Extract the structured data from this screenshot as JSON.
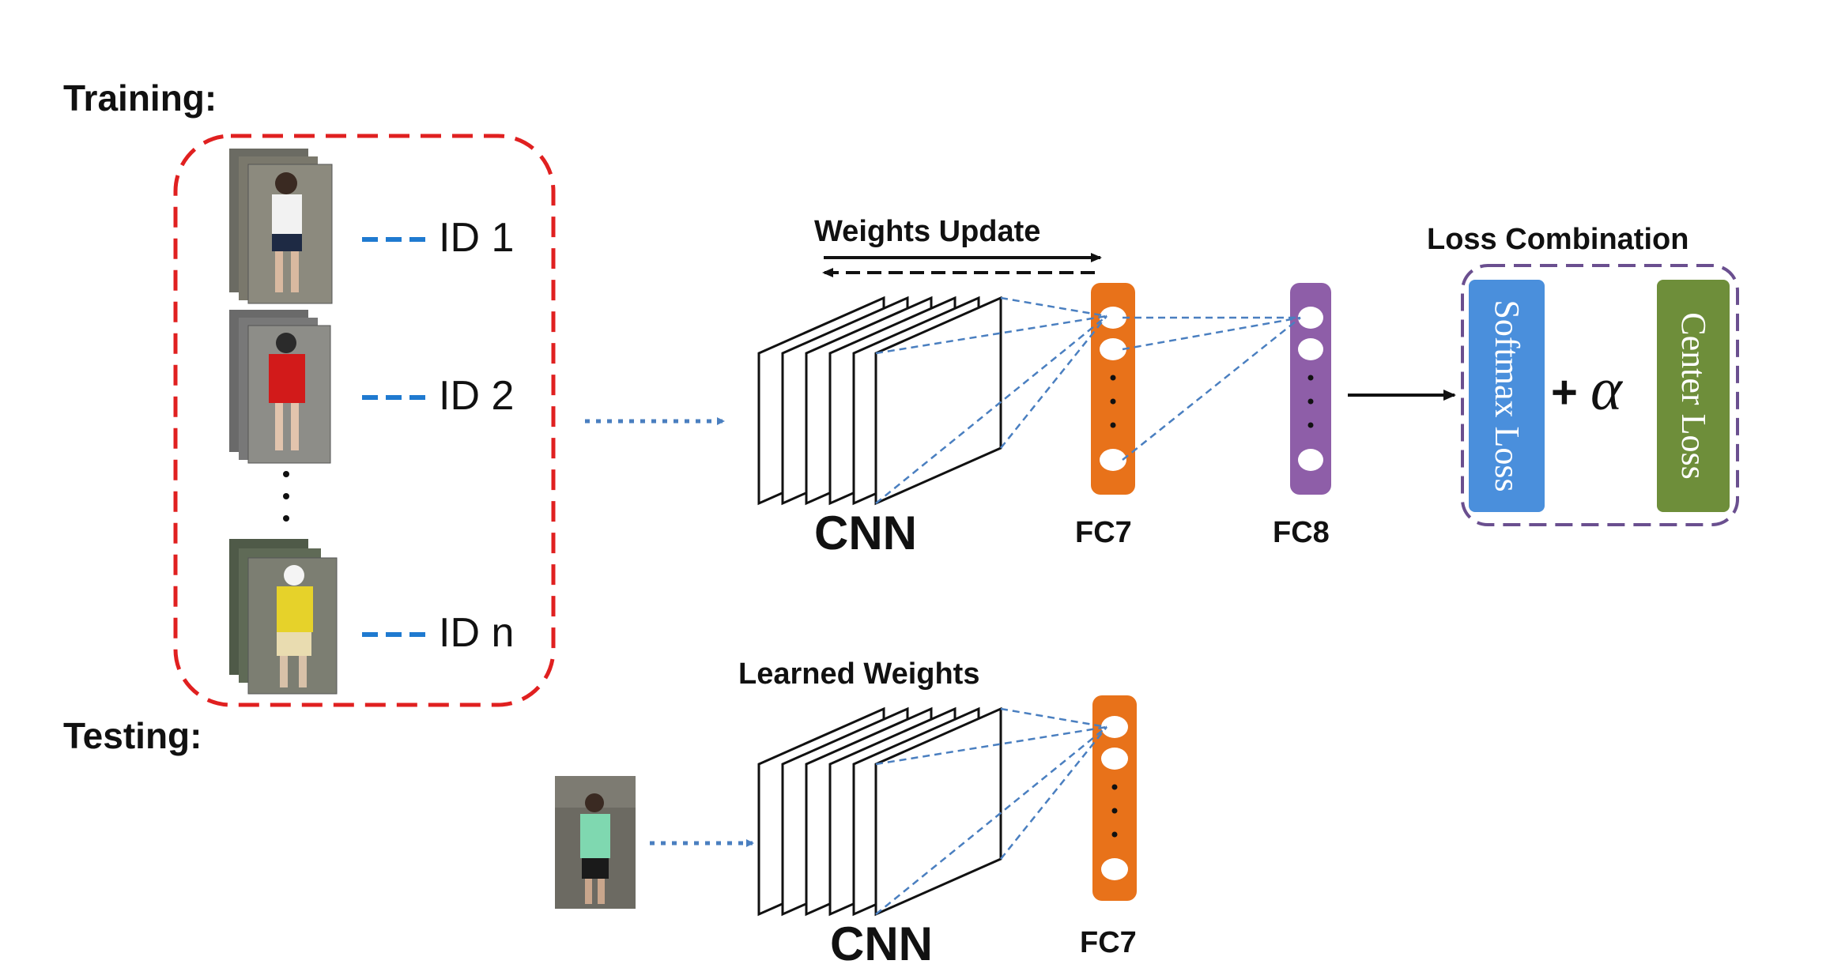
{
  "training": {
    "title": "Training:",
    "ids": [
      "ID 1",
      "ID 2",
      "ID n"
    ],
    "weights_update": "Weights Update",
    "cnn": "CNN",
    "fc7": "FC7",
    "fc8": "FC8",
    "loss_title": "Loss Combination",
    "softmax_loss": "Softmax Loss",
    "plus": "+",
    "alpha": "α",
    "center_loss": "Center Loss"
  },
  "testing": {
    "title": "Testing:",
    "learned_weights": "Learned Weights",
    "cnn": "CNN",
    "fc7": "FC7"
  },
  "colors": {
    "dashed_box": "#e02020",
    "id_dash": "#1f7ad0",
    "flow_arrow": "#4a7fc0",
    "fc7": "#e8721a",
    "fc8": "#8e5ea8",
    "softmax": "#4a8fdc",
    "center": "#6e8e3a",
    "loss_box": "#6a4f8f"
  }
}
